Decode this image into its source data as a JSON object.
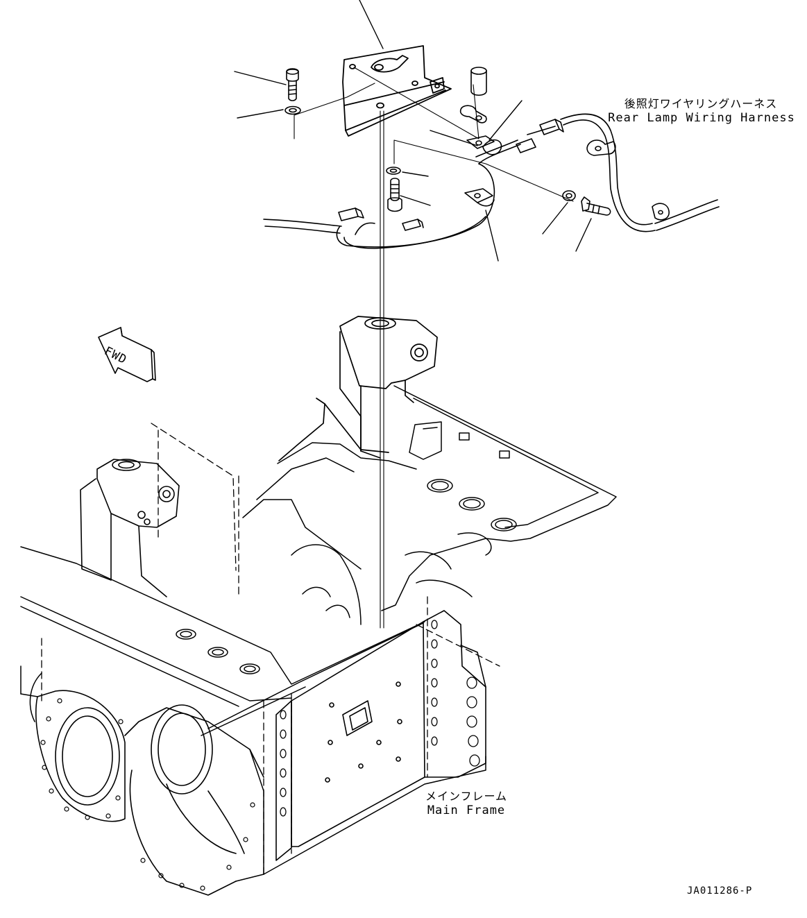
{
  "labels": {
    "rear_lamp_harness_jp": "後照灯ワイヤリングハーネス",
    "rear_lamp_harness_en": "Rear Lamp Wiring Harness",
    "main_frame_jp": "メインフレーム",
    "main_frame_en": "Main Frame",
    "fwd_arrow": "FWD",
    "drawing_number": "JA011286-P"
  },
  "colors": {
    "line": "#000000",
    "background": "#ffffff"
  }
}
